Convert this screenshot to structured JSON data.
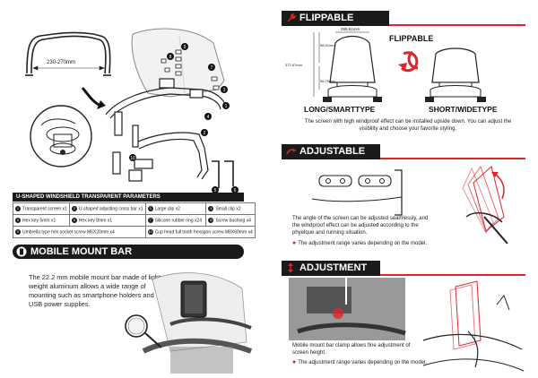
{
  "left": {
    "bar_dimension": "230-270mm",
    "callout_numbers": [
      "9",
      "8",
      "7",
      "3",
      "1",
      "4",
      "2",
      "10",
      "5",
      "6"
    ],
    "parts_title": "U-SHAPED WINDSHIELD TRANSPARENT PARAMETERS",
    "parts": [
      {
        "n": "1",
        "text": "Transparent screen x1"
      },
      {
        "n": "2",
        "text": "U-shaped adjusting cross bar x1"
      },
      {
        "n": "3",
        "text": "Large clip  x2"
      },
      {
        "n": "4",
        "text": "Small clip  x2"
      },
      {
        "n": "5",
        "text": "Hex key 5mm x1"
      },
      {
        "n": "6",
        "text": "Hex key 8mm x1"
      },
      {
        "n": "7",
        "text": "Silicone rubber ring x24"
      },
      {
        "n": "8",
        "text": "Screw bushing x4"
      },
      {
        "n": "9",
        "text": "Umbrella type hex socket screw M6X20mm x4"
      },
      {
        "n": "10",
        "text": "Cup head full tooth hexagon screw M8X60mm x4"
      }
    ],
    "mount_title": "MOBILE MOUNT BAR",
    "mount_text": "The 22.2 mm mobile mount bar made of light weight aluminum allows a wide range of mounting such as smartphone holders and USB power supplies."
  },
  "flip": {
    "title": "FLIPPABLE SCREEN",
    "flippable_word": "FLIPPABLE",
    "dim_width": "288.81mm",
    "dim_a": "58.51mm",
    "dim_b": "372.67mm",
    "dim_c": "96.75mm",
    "label_long": "LONG/SMARTTYPE",
    "label_short": "SHORT/WIDETYPE",
    "text": "The screen with high windproof effect can be installed upside down. You can adjust the visibility and choose your favorite styling."
  },
  "angle": {
    "title": "ADJUSTABLE ANGLE",
    "text": "The angle of the screen can be adjusted seamlessly, and the windproof effect can be adjusted according to the phyelque and running situation.",
    "note": "The adjustment range varies depending on the model."
  },
  "height": {
    "title": "ADJUSTMENT HIGHT",
    "text": "Mobile mount bar clamp allows fine adjustment of screen height.",
    "note": "The adjustment range varies depending on the model."
  },
  "colors": {
    "accent": "#e0242b",
    "header": "#1a1a1a"
  }
}
